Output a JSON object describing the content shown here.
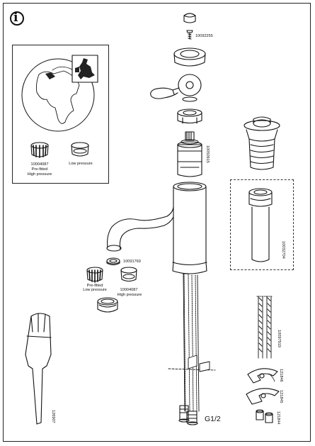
{
  "info_symbol": "i",
  "inset": {
    "aerator_hp_lines": [
      "10004087",
      "Pre-fitted",
      "High pressure"
    ],
    "aerator_lp_label": "Low pressure"
  },
  "parts": {
    "screw_code": "10092255",
    "cartridge_code": "10050915",
    "aerator_ring_code": "10091769",
    "aerator_prefit_lines": [
      "Pre-fitted",
      "Low pressure"
    ],
    "aerator_hp_lines": [
      "10004087",
      "High pressure"
    ],
    "waste_pipe_code": "10032704",
    "tie_rods_code": "10097919",
    "clip_upper_code": "121846",
    "clip_lower_code": "121845",
    "nuts_code": "121844",
    "spanner_code": "126907",
    "connection_label": "G1/2"
  },
  "colors": {
    "ink": "#111111",
    "uk_map": "#222222"
  }
}
